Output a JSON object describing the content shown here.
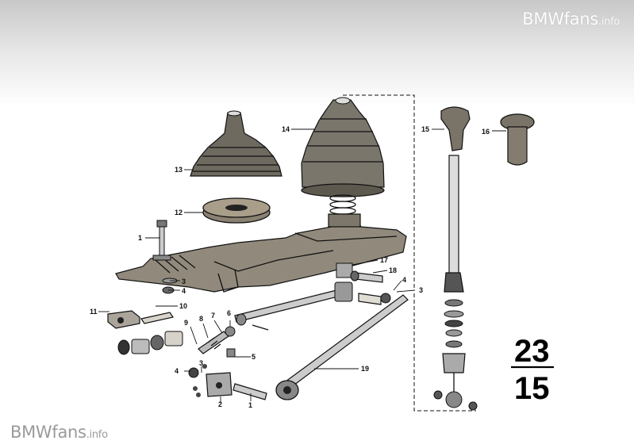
{
  "watermarks": {
    "top": {
      "main": "BMWfans",
      "suffix": ".info"
    },
    "bottom": {
      "main": "BMWfans",
      "suffix": ".info"
    }
  },
  "diagram": {
    "section_top": "23",
    "section_bottom": "15",
    "callouts": [
      "1",
      "3",
      "4",
      "10",
      "11",
      "12",
      "13",
      "14",
      "15",
      "16",
      "17",
      "18",
      "4",
      "3",
      "9",
      "8",
      "7",
      "6",
      "5",
      "3",
      "4",
      "2",
      "1",
      "19"
    ]
  }
}
